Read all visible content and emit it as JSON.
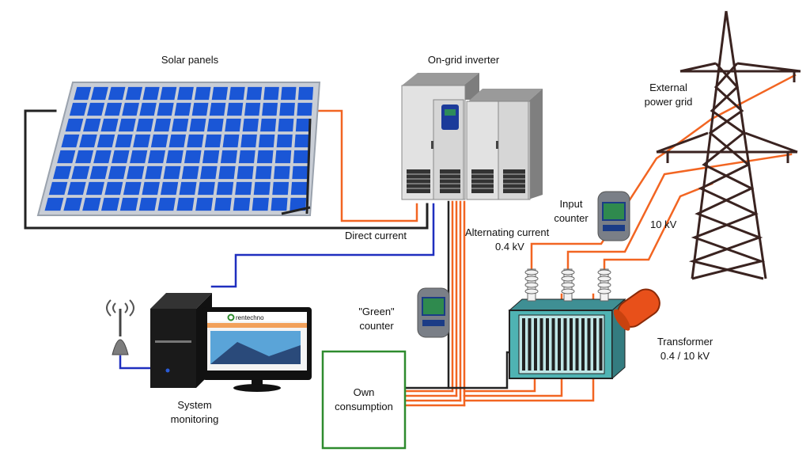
{
  "labels": {
    "solar_panels": "Solar panels",
    "inverter": "On-grid inverter",
    "external_grid_line1": "External",
    "external_grid_line2": "power grid",
    "input_counter_line1": "Input",
    "input_counter_line2": "counter",
    "voltage_10kv": "10 kV",
    "direct_current": "Direct current",
    "alternating_current_line1": "Alternating current",
    "alternating_current_line2": "0.4 kV",
    "green_counter_line1": "\"Green\"",
    "green_counter_line2": "counter",
    "transformer_line1": "Transformer",
    "transformer_line2": "0.4 / 10 kV",
    "own_consumption_line1": "Own",
    "own_consumption_line2": "consumption",
    "system_monitoring_line1": "System",
    "system_monitoring_line2": "monitoring",
    "monitor_brand": "rentechno"
  },
  "colors": {
    "ac_line": "#f26522",
    "dc_line": "#f26522",
    "data_line": "#1f2fbf",
    "ground_line": "#222222",
    "panel_cell": "#1a56d6",
    "panel_frame": "#c9ced6",
    "box_border": "#2e8b2e",
    "transformer_body": "#4fb3b3",
    "tank": "#e8501a"
  },
  "icons": {
    "solar": "solar-panel-array-icon",
    "inverter": "inverter-cabinet-icon",
    "tower": "power-tower-icon",
    "meter": "electric-meter-icon",
    "transformer": "transformer-icon",
    "computer": "computer-tower-icon",
    "monitor": "monitor-icon",
    "antenna": "antenna-icon"
  }
}
